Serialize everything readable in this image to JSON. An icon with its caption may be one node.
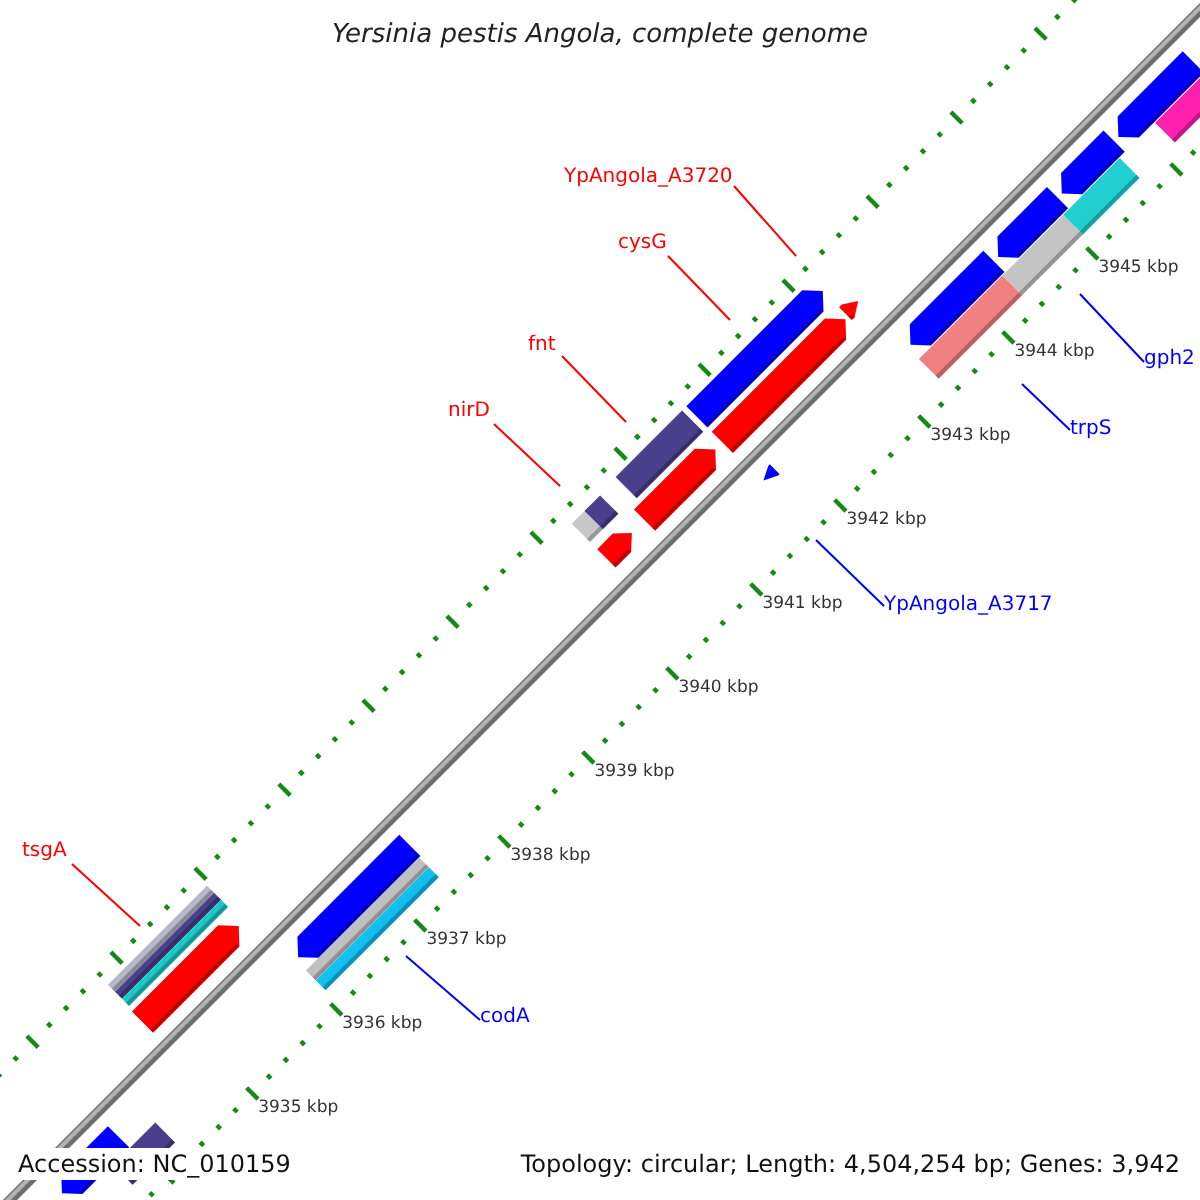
{
  "diagram": {
    "title": "Yersinia pestis Angola, complete genome",
    "nodes": [
      {
        "text": [
          "YpAngola_A3720"
        ]
      },
      {
        "text": [
          "cysG"
        ]
      },
      {
        "text": [
          "fnt"
        ]
      },
      {
        "text": [
          "gph2"
        ]
      },
      {
        "text": [
          "nirD"
        ]
      },
      {
        "text": [
          "trpS"
        ]
      },
      {
        "text": [
          "YpAngola_A3717"
        ]
      },
      {
        "text": [
          "tsgA"
        ]
      },
      {
        "text": [
          "codA"
        ]
      }
    ],
    "edges": [
      {
        "from": 0,
        "to": null,
        "arrow": "none"
      },
      {
        "from": 1,
        "to": null,
        "arrow": "none"
      },
      {
        "from": 2,
        "to": null,
        "arrow": "none"
      },
      {
        "from": 3,
        "to": null,
        "arrow": "none",
        "color": "#0000ff"
      },
      {
        "from": 4,
        "to": null,
        "arrow": "none"
      },
      {
        "from": 5,
        "to": null,
        "arrow": "none",
        "color": "#0000ff"
      },
      {
        "from": 6,
        "to": null,
        "arrow": "none",
        "color": "#0000ff"
      },
      {
        "from": 7,
        "to": null,
        "arrow": "none"
      },
      {
        "from": 8,
        "to": null,
        "arrow": "none",
        "color": "#0000ff"
      }
    ],
    "labels": [
      "3945 kbp",
      "3944 kbp",
      "3943 kbp",
      "3942 kbp",
      "3941 kbp",
      "3940 kbp",
      "3939 kbp",
      "3938 kbp",
      "3937 kbp",
      "3936 kbp",
      "3935 kbp",
      "Accession: NC_010159",
      "Topology: circular; Length: 4,504,254 bp; Genes: 3,942"
    ]
  }
}
